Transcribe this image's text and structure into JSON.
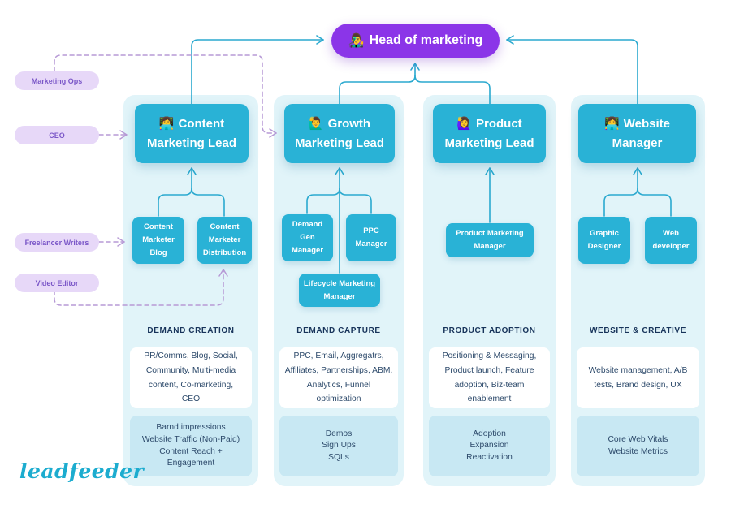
{
  "header": {
    "emoji": "👨‍🎤",
    "label": "Head of marketing"
  },
  "logo": {
    "text": "leadfeeder"
  },
  "pills": [
    {
      "label": "Marketing Ops"
    },
    {
      "label": "CEO"
    },
    {
      "label": "Freelancer Writers"
    },
    {
      "label": "Video Editor"
    }
  ],
  "columns": [
    {
      "lead_emoji": "👩‍💻",
      "lead_label": "Content Marketing Lead",
      "reports": [
        {
          "label": "Content Marketer Blog"
        },
        {
          "label": "Content Marketer Distribution"
        }
      ],
      "section": "DEMAND CREATION",
      "activities": "PR/Comms, Blog, Social,\nCommunity, Multi-media\ncontent, Co-marketing,\nCEO",
      "metrics": "Barnd impressions\nWebsite Traffic (Non-Paid)\nContent Reach +\nEngagement"
    },
    {
      "lead_emoji": "🙋‍♂️",
      "lead_label": "Growth Marketing Lead",
      "reports": [
        {
          "label": "Demand Gen Manager"
        },
        {
          "label": "PPC Manager"
        },
        {
          "label": "Lifecycle Marketing Manager"
        }
      ],
      "section": "DEMAND CAPTURE",
      "activities": "PPC, Email, Aggregatrs,\nAffiliates, Partnerships, ABM,\nAnalytics, Funnel\noptimization",
      "metrics": "Demos\nSign Ups\nSQLs"
    },
    {
      "lead_emoji": "🙋‍♀️",
      "lead_label": "Product Marketing Lead",
      "reports": [
        {
          "label": "Product Marketing Manager"
        }
      ],
      "section": "PRODUCT ADOPTION",
      "activities": "Positioning & Messaging,\nProduct launch, Feature\nadoption, Biz-team\nenablement",
      "metrics": "Adoption\nExpansion\nReactivation"
    },
    {
      "lead_emoji": "👩‍💻",
      "lead_label": "Website Manager",
      "reports": [
        {
          "label": "Graphic Designer"
        },
        {
          "label": "Web developer"
        }
      ],
      "section": "WEBSITE & CREATIVE",
      "activities": "Website management, A/B\ntests, Brand design, UX",
      "metrics": "Core Web Vitals\nWebsite Metrics"
    }
  ],
  "colors": {
    "header_bg": "#8b35e8",
    "box_teal": "#29b2d6",
    "panel_bg": "#e1f4f9",
    "metrics_bg": "#c8e8f3",
    "activities_bg": "#ffffff",
    "pill_bg": "#e7d8f8",
    "pill_text": "#7b57c8",
    "dashed_line": "#b79ad6",
    "solid_line": "#2aa9cf",
    "heading_text": "#17335a",
    "body_text": "#2d4a6b",
    "logo_text": "#1caccf"
  }
}
